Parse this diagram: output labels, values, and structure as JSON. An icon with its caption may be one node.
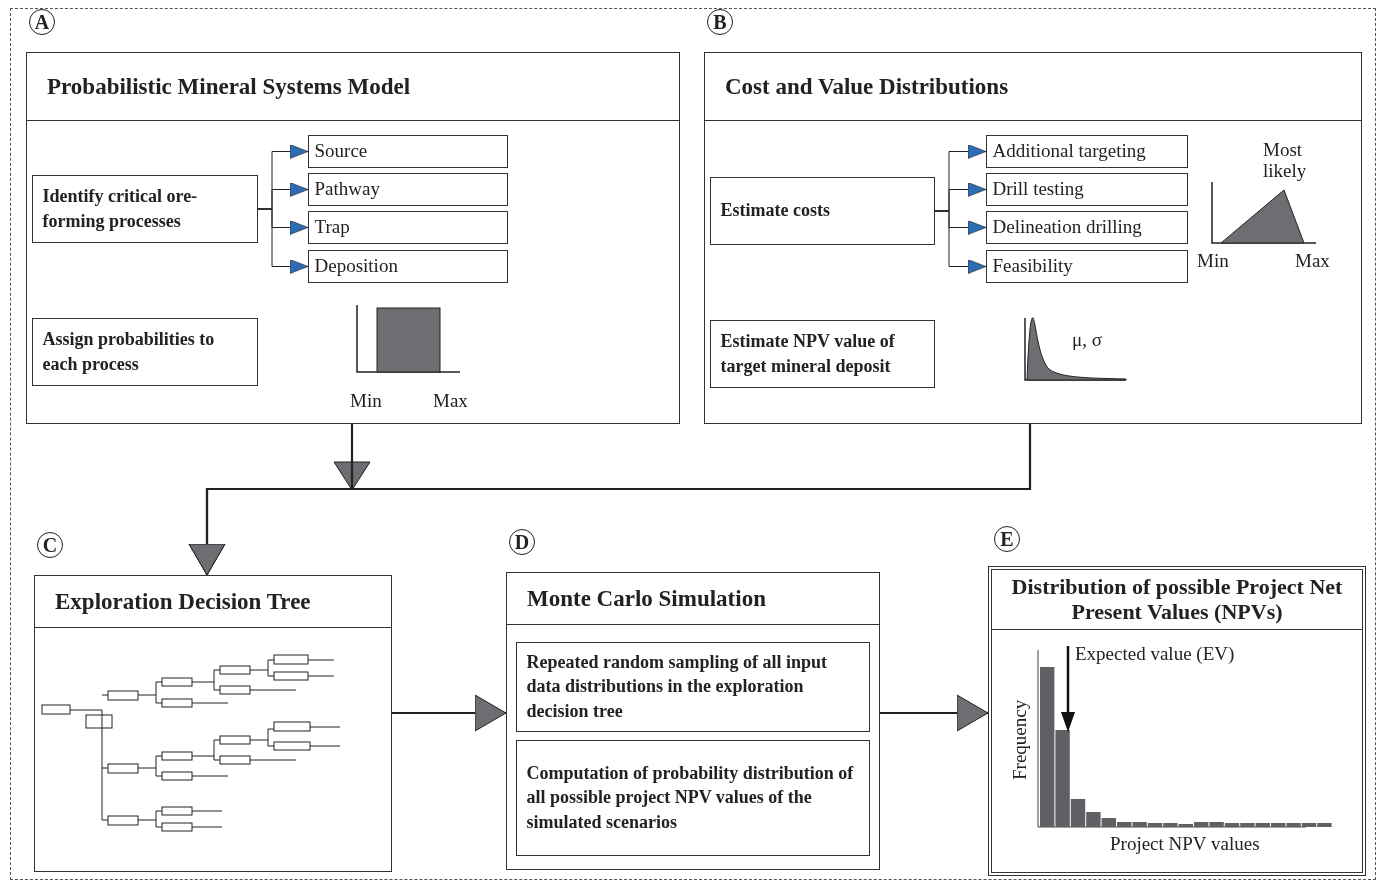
{
  "diagram": {
    "nodes": [
      {
        "text": [
          "Probabilistic Mineral Systems Model"
        ],
        "beside": [
          "A"
        ]
      },
      {
        "text": [
          "Identify critical ore-forming processes"
        ],
        "in": 0
      },
      {
        "text": [
          "Source"
        ],
        "in": 0
      },
      {
        "text": [
          "Pathway"
        ],
        "in": 0
      },
      {
        "text": [
          "Trap"
        ],
        "in": 0
      },
      {
        "text": [
          "Deposition"
        ],
        "in": 0
      },
      {
        "text": [
          "Assign probabilities to each process"
        ],
        "in": 0
      },
      {
        "text": [
          "Cost and Value Distributions"
        ],
        "beside": [
          "B"
        ]
      },
      {
        "text": [
          "Estimate costs"
        ],
        "in": 7
      },
      {
        "text": [
          "Additional targeting"
        ],
        "in": 7
      },
      {
        "text": [
          "Drill testing"
        ],
        "in": 7
      },
      {
        "text": [
          "Delineation drilling"
        ],
        "in": 7
      },
      {
        "text": [
          "Feasibility"
        ],
        "in": 7
      },
      {
        "text": [
          "Estimate NPV value of target mineral deposit"
        ],
        "in": 7
      },
      {
        "text": [
          "Exploration Decision Tree"
        ],
        "beside": [
          "C"
        ]
      },
      {
        "text": [
          "Monte Carlo Simulation"
        ],
        "beside": [
          "D"
        ]
      },
      {
        "text": [
          "Repeated random sampling of all input data distributions in the exploration decision tree"
        ],
        "in": 15
      },
      {
        "text": [
          "Computation of probability distribution of all possible project NPV values of the simulated scenarios"
        ],
        "in": 15
      },
      {
        "text": [
          "Distribution of possible Project Net Present Values (NPVs)"
        ],
        "beside": [
          "E"
        ]
      }
    ],
    "edges": [
      {
        "from": 1,
        "to": 2,
        "arrow": "to"
      },
      {
        "from": 1,
        "to": 3,
        "arrow": "to"
      },
      {
        "from": 1,
        "to": 4,
        "arrow": "to"
      },
      {
        "from": 1,
        "to": 5,
        "arrow": "to"
      },
      {
        "from": 8,
        "to": 9,
        "arrow": "to"
      },
      {
        "from": 8,
        "to": 10,
        "arrow": "to"
      },
      {
        "from": 8,
        "to": 11,
        "arrow": "to"
      },
      {
        "from": 8,
        "to": 12,
        "arrow": "to"
      },
      {
        "from": 0,
        "to": 14,
        "arrow": "to"
      },
      {
        "from": 7,
        "to": 14,
        "arrow": "to"
      },
      {
        "from": 14,
        "to": 15,
        "arrow": "to"
      },
      {
        "from": 15,
        "to": 18,
        "arrow": "to"
      }
    ],
    "labels": [
      "Min",
      "Max",
      "Most likely",
      "Min",
      "Max",
      "μ, σ",
      "Expected value (EV)",
      "Frequency",
      "Project NPV values"
    ]
  }
}
